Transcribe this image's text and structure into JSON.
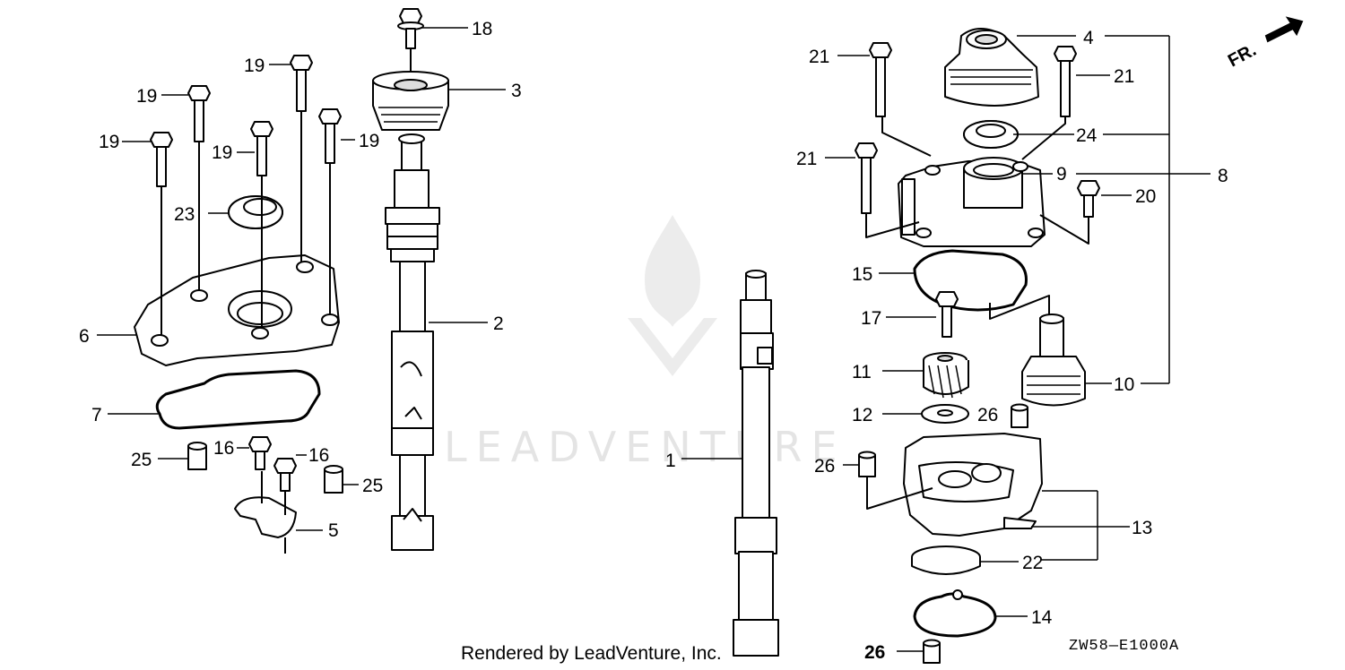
{
  "watermark": {
    "brand": "LEADVENTURE"
  },
  "footer": {
    "rendered_by": "Rendered by LeadVenture, Inc.",
    "diagram_code": "ZW58—E1000A"
  },
  "orientation": {
    "label": "FR."
  },
  "callouts": [
    {
      "id": "c1",
      "text": "1"
    },
    {
      "id": "c2",
      "text": "2"
    },
    {
      "id": "c3",
      "text": "3"
    },
    {
      "id": "c4",
      "text": "4"
    },
    {
      "id": "c5",
      "text": "5"
    },
    {
      "id": "c6",
      "text": "6"
    },
    {
      "id": "c7",
      "text": "7"
    },
    {
      "id": "c8",
      "text": "8"
    },
    {
      "id": "c9",
      "text": "9"
    },
    {
      "id": "c10",
      "text": "10"
    },
    {
      "id": "c11",
      "text": "11"
    },
    {
      "id": "c12",
      "text": "12"
    },
    {
      "id": "c13",
      "text": "13"
    },
    {
      "id": "c14",
      "text": "14"
    },
    {
      "id": "c15",
      "text": "15"
    },
    {
      "id": "c16a",
      "text": "16"
    },
    {
      "id": "c16b",
      "text": "16"
    },
    {
      "id": "c17",
      "text": "17"
    },
    {
      "id": "c18",
      "text": "18"
    },
    {
      "id": "c19a",
      "text": "19"
    },
    {
      "id": "c19b",
      "text": "19"
    },
    {
      "id": "c19c",
      "text": "19"
    },
    {
      "id": "c19d",
      "text": "19"
    },
    {
      "id": "c19e",
      "text": "19"
    },
    {
      "id": "c20",
      "text": "20"
    },
    {
      "id": "c21a",
      "text": "21"
    },
    {
      "id": "c21b",
      "text": "21"
    },
    {
      "id": "c21c",
      "text": "21"
    },
    {
      "id": "c22",
      "text": "22"
    },
    {
      "id": "c23",
      "text": "23"
    },
    {
      "id": "c24",
      "text": "24"
    },
    {
      "id": "c25a",
      "text": "25"
    },
    {
      "id": "c25b",
      "text": "25"
    },
    {
      "id": "c26a",
      "text": "26"
    },
    {
      "id": "c26b",
      "text": "26"
    },
    {
      "id": "c26c",
      "text": "26"
    }
  ]
}
